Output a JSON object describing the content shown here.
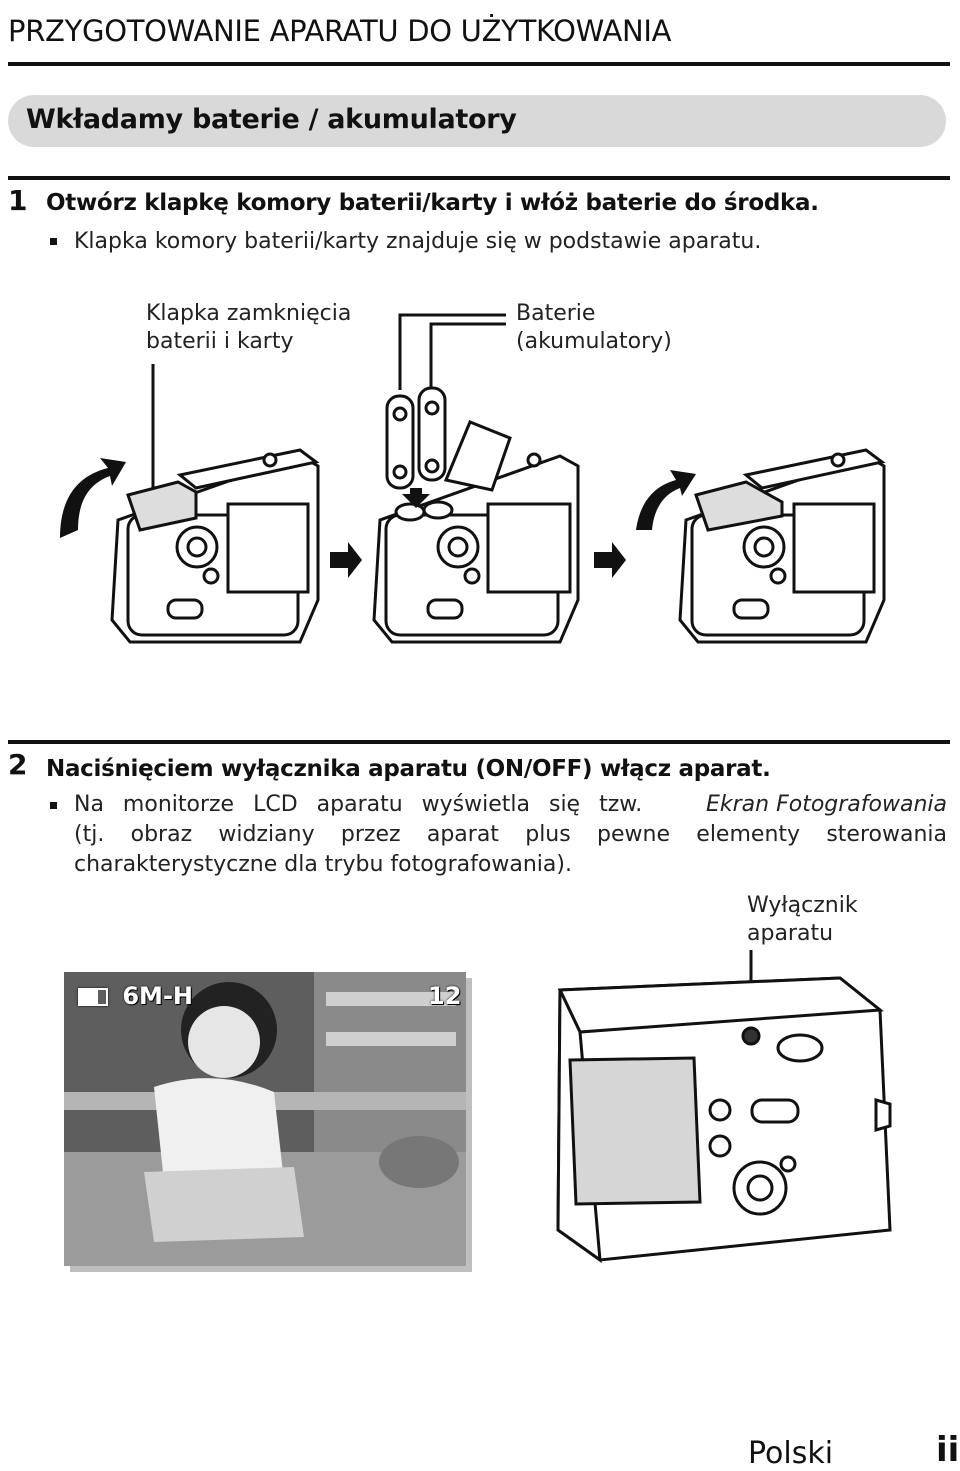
{
  "header": {
    "title": "PRZYGOTOWANIE APARATU DO UŻYTKOWANIA"
  },
  "section": {
    "title": "Wkładamy baterie / akumulatory"
  },
  "step1": {
    "number": "1",
    "heading": "Otwórz klapkę komory baterii/karty i włóż baterie do środka.",
    "bullet": "Klapka komory baterii/karty znajduje się w podstawie aparatu.",
    "label_cover_line1": "Klapka zamknięcia",
    "label_cover_line2": "baterii i karty",
    "label_batteries_line1": "Baterie",
    "label_batteries_line2": "(akumulatory)"
  },
  "step2": {
    "number": "2",
    "heading": "Naciśnięciem wyłącznika aparatu (ON/OFF) włącz aparat.",
    "bullet_line1_a": "Na monitorze LCD aparatu wyświetla się tzw.",
    "bullet_line1_b": "Ekran Fotografowania",
    "bullet_line2": "(tj. obraz widziany przez aparat plus pewne elementy sterowania",
    "bullet_line3": "charakterystyczne dla trybu fotografowania).",
    "label_power_line1": "Wyłącznik",
    "label_power_line2": "aparatu"
  },
  "lcd": {
    "mode": "6M-H",
    "shots_remaining": "12"
  },
  "footer": {
    "language": "Polski",
    "page": "ii"
  }
}
